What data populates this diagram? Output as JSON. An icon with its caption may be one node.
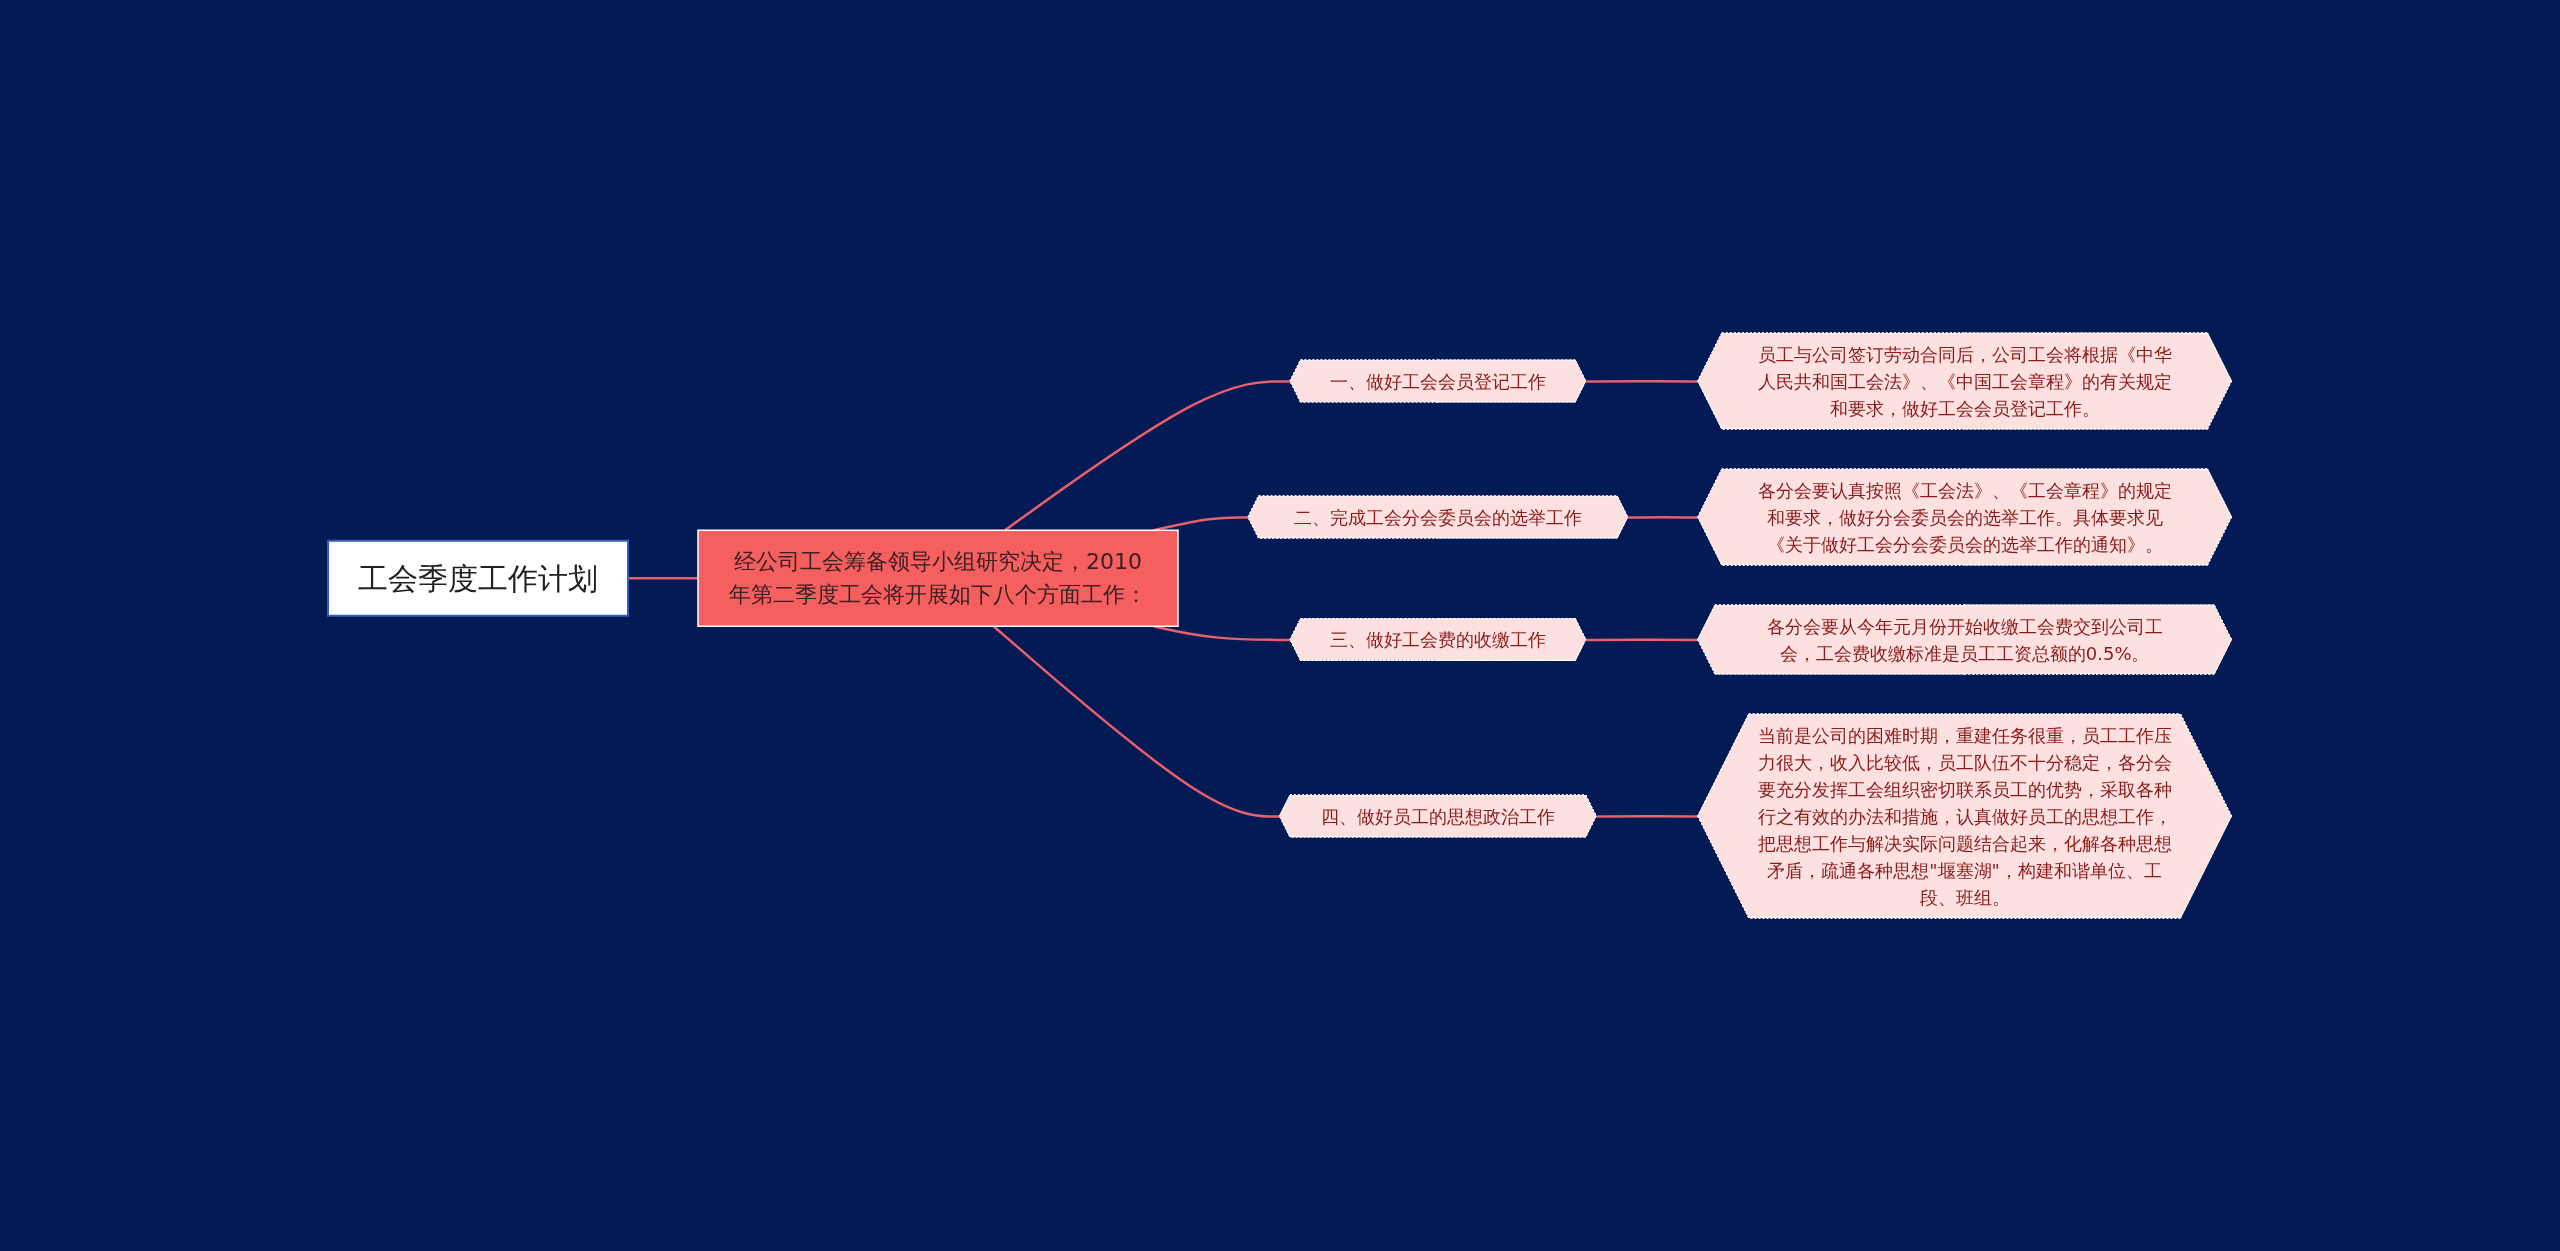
{
  "diagram": {
    "nodes": [
      {
        "text": [
          "工会季度工作计划"
        ]
      },
      {
        "text": [
          "经公司工会筹备领导小组研究决定，2010年第二季度工会将开展如下八个方面工作："
        ]
      },
      {
        "text": [
          "一、做好工会会员登记工作"
        ]
      },
      {
        "text": [
          "员工与公司签订劳动合同后，公司工会将根据《中华人民共和国工会法》、《中国工会章程》的有关规定和要求，做好工会会员登记工作。"
        ]
      },
      {
        "text": [
          "二、完成工会分会委员会的选举工作"
        ]
      },
      {
        "text": [
          "各分会要认真按照《工会法》、《工会章程》的规定和要求，做好分会委员会的选举工作。具体要求见《关于做好工会分会委员会的选举工作的通知》。"
        ]
      },
      {
        "text": [
          "三、做好工会费的收缴工作"
        ]
      },
      {
        "text": [
          "各分会要从今年元月份开始收缴工会费交到公司工会，工会费收缴标准是员工工资总额的0.5%。"
        ]
      },
      {
        "text": [
          "四、做好员工的思想政治工作"
        ]
      },
      {
        "text": [
          "当前是公司的困难时期，重建任务很重，员工工作压力很大，收入比较低，员工队伍不十分稳定，各分会要充分发挥工会组织密切联系员工的优势，采取各种行之有效的办法和措施，认真做好员工的思想工作，把思想工作与解决实际问题结合起来，化解各种思想矛盾，疏通各种思想\"堰塞湖\"，构建和谐单位、工段、班组。"
        ]
      }
    ],
    "edges": [
      {
        "from": 0,
        "to": 1,
        "arrow": "none"
      },
      {
        "from": 1,
        "to": 2,
        "arrow": "none"
      },
      {
        "from": 1,
        "to": 4,
        "arrow": "none"
      },
      {
        "from": 1,
        "to": 6,
        "arrow": "none"
      },
      {
        "from": 1,
        "to": 8,
        "arrow": "none"
      },
      {
        "from": 2,
        "to": 3,
        "arrow": "none"
      },
      {
        "from": 4,
        "to": 5,
        "arrow": "none"
      },
      {
        "from": 6,
        "to": 7,
        "arrow": "none"
      },
      {
        "from": 8,
        "to": 9,
        "arrow": "none"
      }
    ]
  }
}
